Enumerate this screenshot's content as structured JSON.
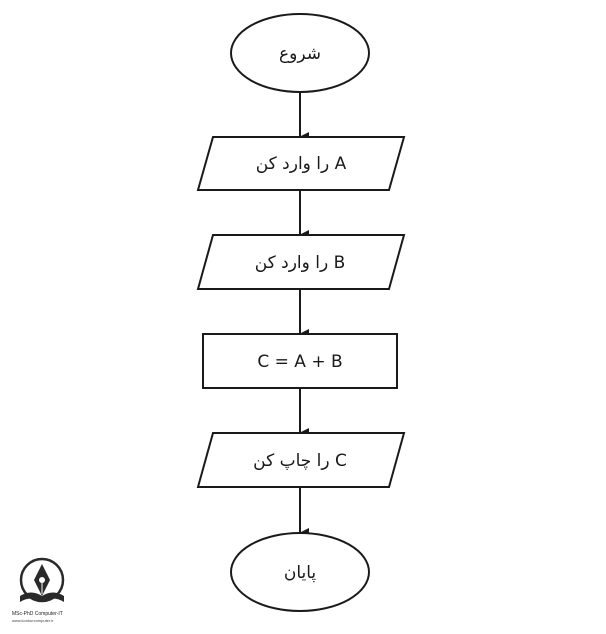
{
  "flowchart": {
    "nodes": [
      {
        "id": "start",
        "shape": "terminal",
        "label": "شروع"
      },
      {
        "id": "input-a",
        "shape": "io",
        "label": "A را وارد کن"
      },
      {
        "id": "input-b",
        "shape": "io",
        "label": "B را وارد کن"
      },
      {
        "id": "compute",
        "shape": "process",
        "label": "C = A + B"
      },
      {
        "id": "print-c",
        "shape": "io",
        "label": "C را چاپ کن"
      },
      {
        "id": "end",
        "shape": "terminal",
        "label": "پایان"
      }
    ],
    "edges": [
      {
        "from": "start",
        "to": "input-a"
      },
      {
        "from": "input-a",
        "to": "input-b"
      },
      {
        "from": "input-b",
        "to": "compute"
      },
      {
        "from": "compute",
        "to": "print-c"
      },
      {
        "from": "print-c",
        "to": "end"
      }
    ],
    "colors": {
      "stroke": "#1a1a1a",
      "fill": "#ffffff",
      "text": "#1a1a1a"
    }
  },
  "logo": {
    "line1": "MSc-PhD Computer-IT",
    "line2": "www.konkurcomputer.ir"
  }
}
